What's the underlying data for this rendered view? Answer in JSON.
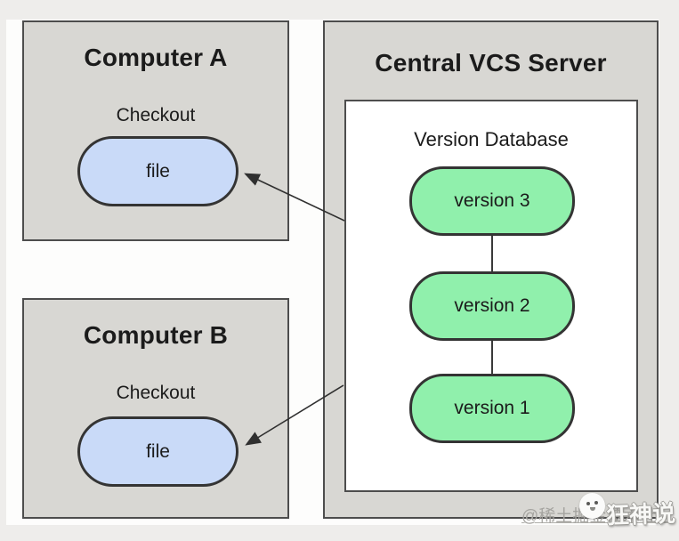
{
  "diagram": {
    "computer_a": {
      "title": "Computer A",
      "action": "Checkout",
      "node_label": "file"
    },
    "computer_b": {
      "title": "Computer B",
      "action": "Checkout",
      "node_label": "file"
    },
    "server": {
      "title": "Central VCS Server",
      "database": {
        "title": "Version Database",
        "versions": [
          "version 3",
          "version 2",
          "version 1"
        ]
      }
    }
  },
  "watermark": {
    "handle": "@稀土掘金技术社区",
    "brand": "狂神说"
  },
  "colors": {
    "box_fill": "#d8d7d3",
    "box_border": "#4d4d4d",
    "file_node_fill": "#c9daf8",
    "version_node_fill": "#90f0ac",
    "node_border": "#343434",
    "frame": "#eeedeb",
    "text": "#1b1b1b",
    "arrow": "#2f2f2f"
  }
}
